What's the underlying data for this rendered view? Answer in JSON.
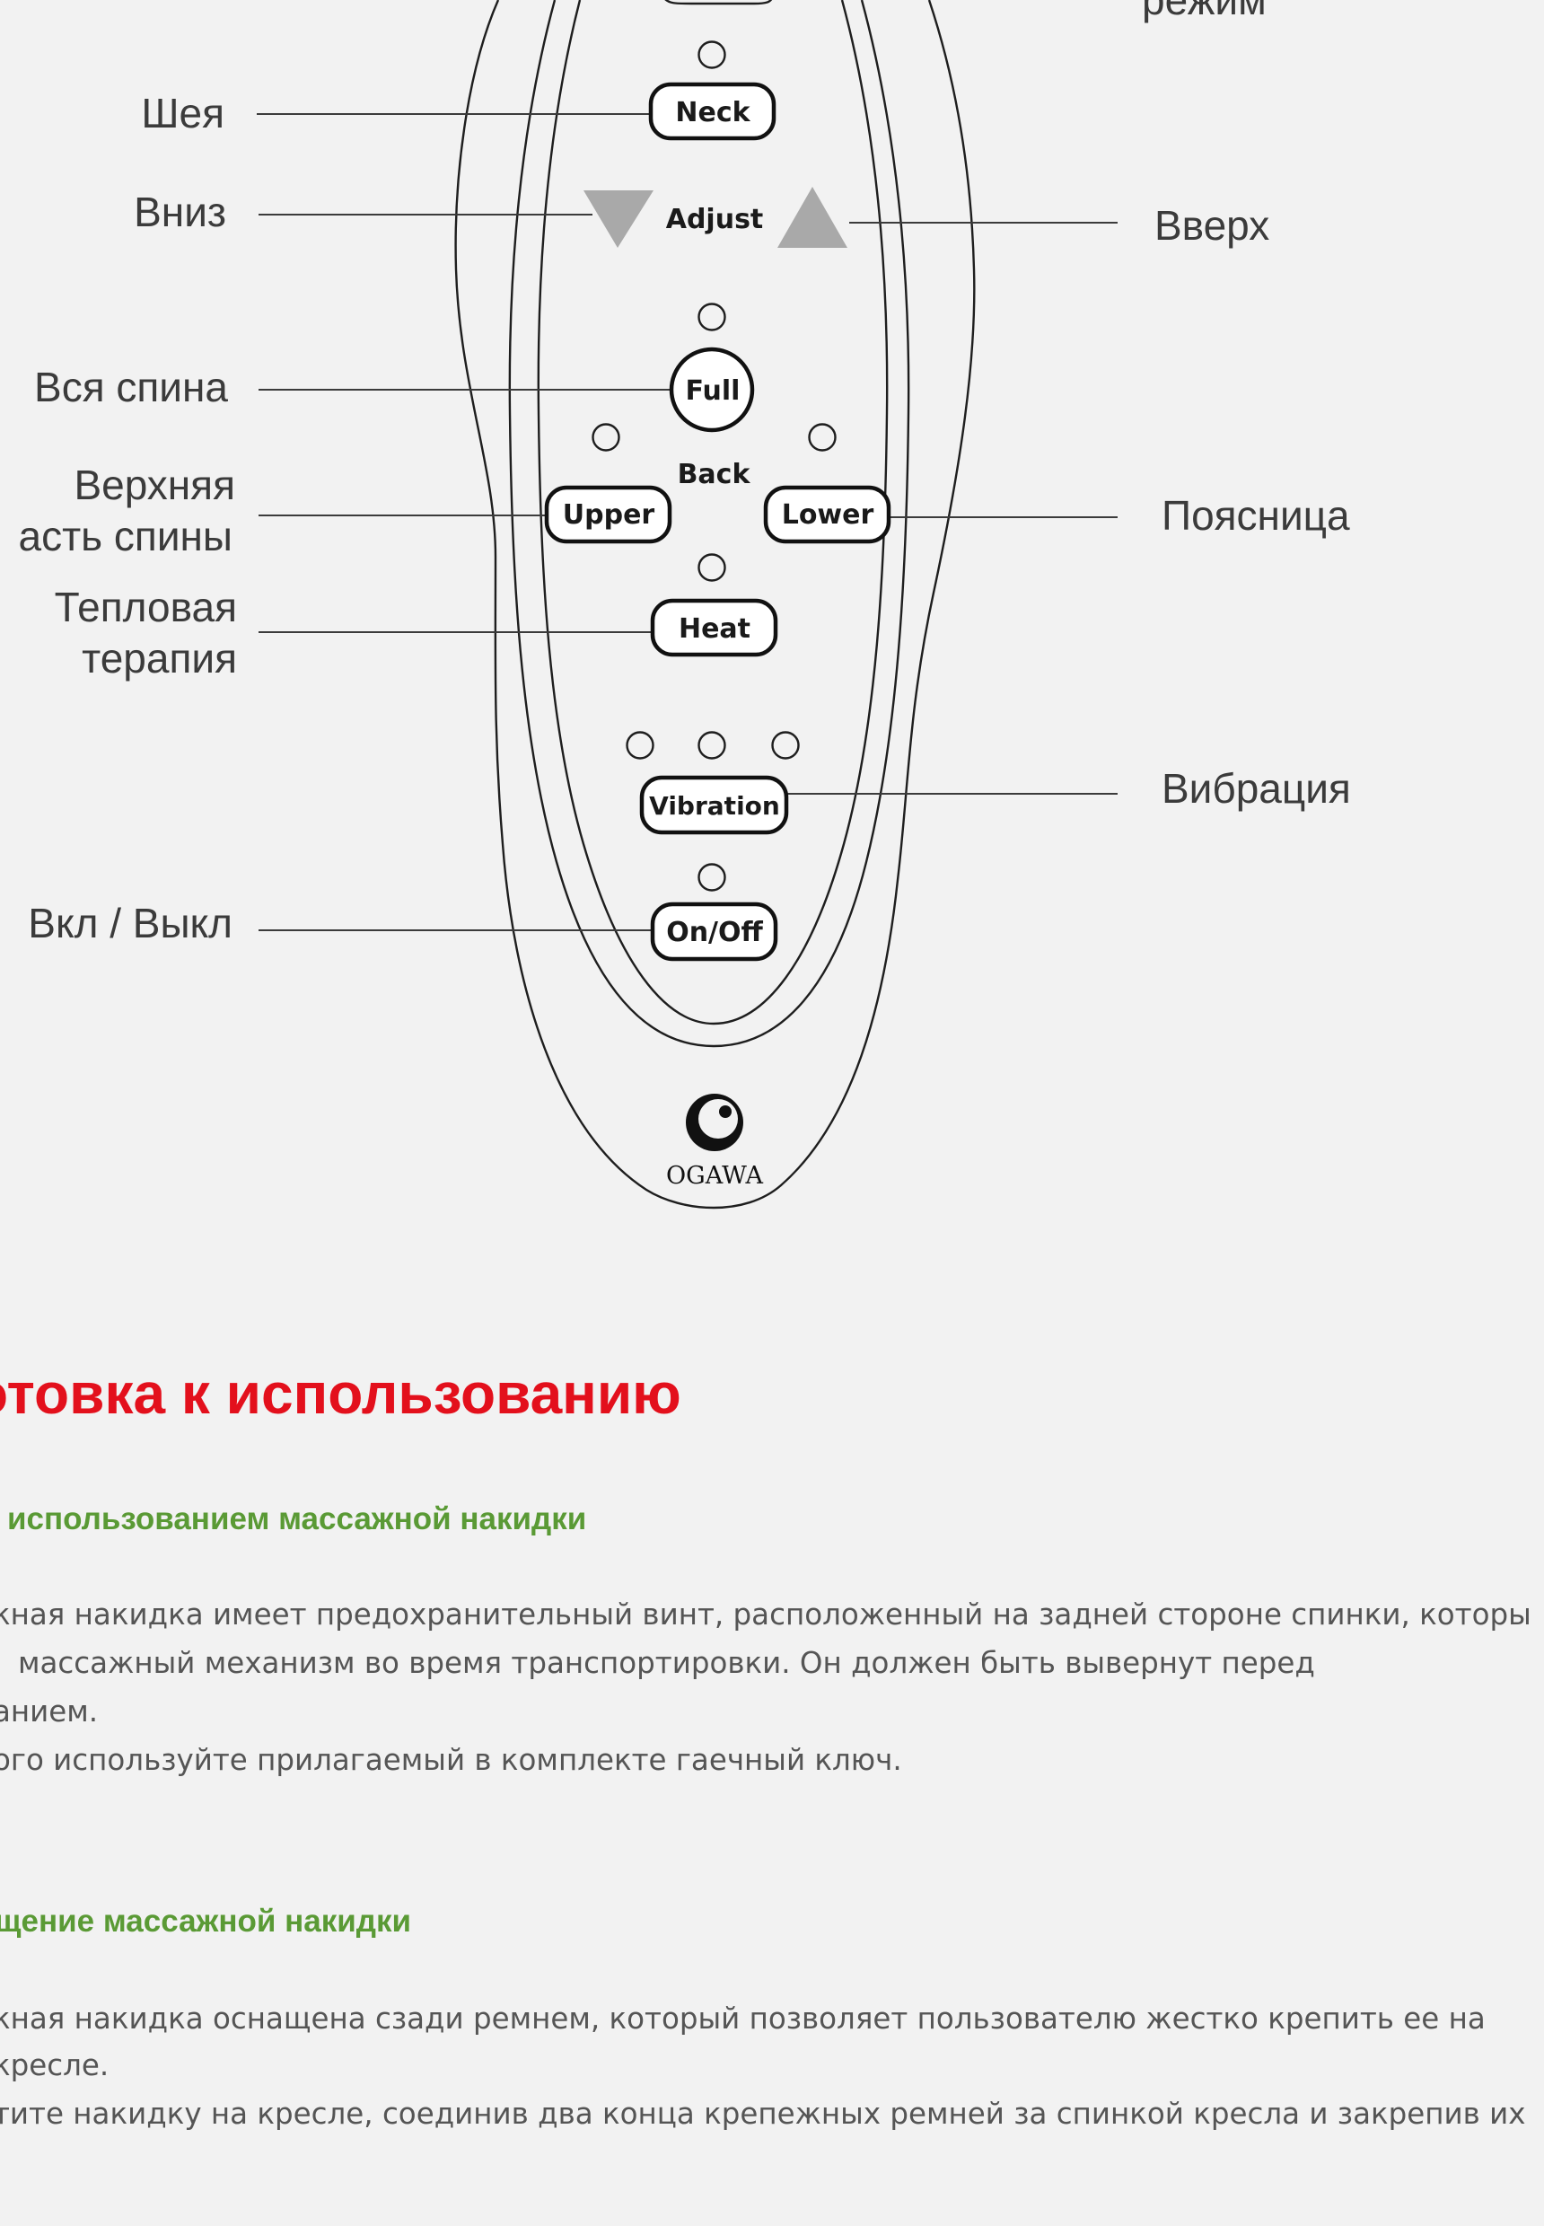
{
  "diagram": {
    "labels_left": {
      "neck": "Шея",
      "down": "Вниз",
      "full_back": "Вся спина",
      "upper_back_line1": "Верхняя",
      "upper_back_line2": "асть спины",
      "heat_line1": "Тепловая",
      "heat_line2": "терапия",
      "power": "Вкл / Выкл"
    },
    "labels_right": {
      "mode_partial": "режим",
      "up": "Вверх",
      "lower_back": "Поясница",
      "vibration": "Вибрация"
    },
    "buttons": {
      "neck": "Neck",
      "adjust": "Adjust",
      "full": "Full",
      "back": "Back",
      "upper": "Upper",
      "lower": "Lower",
      "heat": "Heat",
      "vibration": "Vibration",
      "onoff": "On/Off"
    },
    "brand": "OGAWA",
    "colors": {
      "arrow": "#a9a9a9",
      "outline": "#1e1e1e"
    }
  },
  "section": {
    "title": "отовка к использованию",
    "sub1": {
      "heading": "использованием массажной накидки",
      "lines": [
        "кная накидка имеет предохранительный винт, расположенный на задней стороне спинки, которы",
        "массажный механизм во время транспортировки. Он должен быть вывернут перед",
        "анием.",
        "ого используйте прилагаемый в комплекте гаечный ключ."
      ]
    },
    "sub2": {
      "heading": "щение массажной накидки",
      "lines": [
        "кная накидка оснащена сзади ремнем, который позволяет пользователю жестко крепить ее на",
        "кресле.",
        "тите накидку на кресле, соединив два конца крепежных ремней за спинкой кресла и закрепив их"
      ]
    }
  },
  "colors": {
    "title_red": "#e3101c",
    "sub_green": "#5a9a35",
    "body_text": "#555555",
    "bg": "#f2f2f2"
  }
}
